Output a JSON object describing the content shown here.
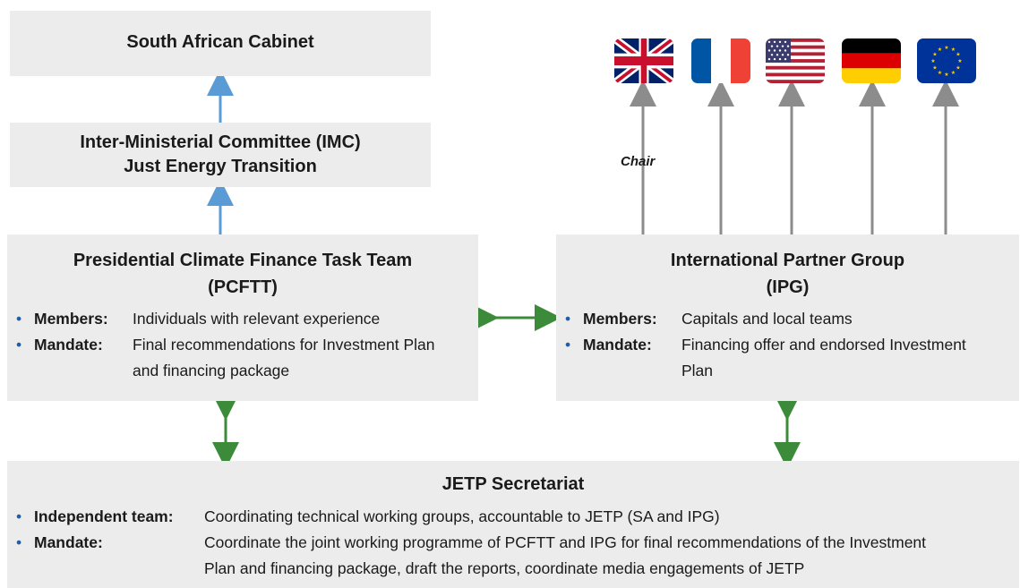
{
  "cabinet": {
    "title": "South African Cabinet"
  },
  "imc": {
    "line1": "Inter-Ministerial Committee (IMC)",
    "line2": "Just Energy Transition"
  },
  "pcftt": {
    "title1": "Presidential Climate Finance Task Team",
    "title2": "(PCFTT)",
    "members_label": "Members:",
    "members_text": "Individuals with relevant experience",
    "mandate_label": "Mandate:",
    "mandate_line1": "Final recommendations for Investment Plan",
    "mandate_line2": "and financing package"
  },
  "ipg": {
    "title1": "International Partner Group",
    "title2": "(IPG)",
    "members_label": "Members:",
    "members_text": "Capitals and local teams",
    "mandate_label": "Mandate:",
    "mandate_line1": "Financing offer and endorsed Investment",
    "mandate_line2": "Plan"
  },
  "secretariat": {
    "title": "JETP Secretariat",
    "team_label": "Independent team:",
    "team_text": "Coordinating technical working groups, accountable to JETP (SA and IPG)",
    "mandate_label": "Mandate:",
    "mandate_line1": "Coordinate the joint working programme of PCFTT and IPG for final recommendations of the Investment",
    "mandate_line2": "Plan and financing package, draft the reports, coordinate media engagements of JETP"
  },
  "chair_label": "Chair",
  "flags": [
    "uk-flag",
    "france-flag",
    "usa-flag",
    "germany-flag",
    "eu-flag"
  ],
  "colors": {
    "box_bg": "#ececec",
    "blue_arrow": "#5b9bd5",
    "green_arrow": "#3c8b3a",
    "gray_arrow": "#8c8c8c",
    "bullet": "#1f5fa8"
  }
}
